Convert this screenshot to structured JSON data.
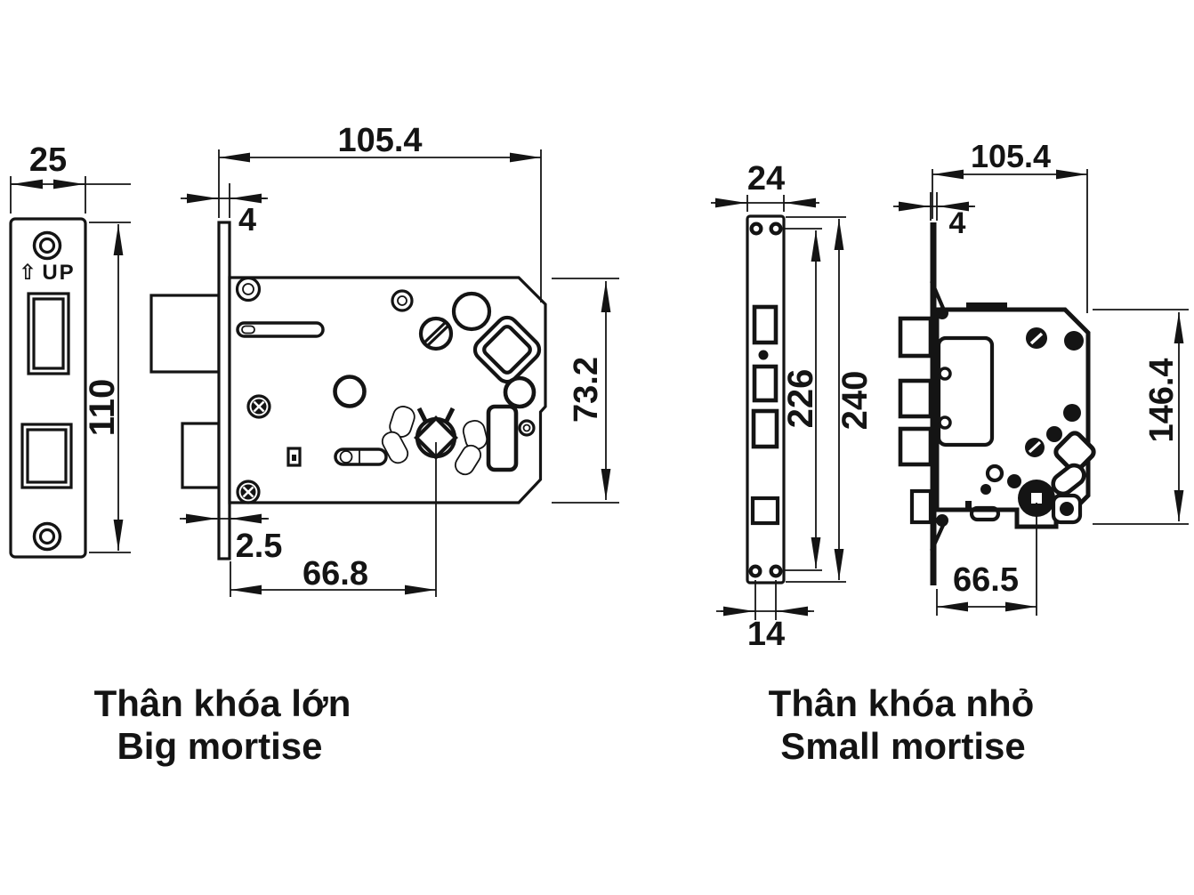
{
  "colors": {
    "ink": "#141414",
    "background": "#ffffff"
  },
  "big_mortise": {
    "caption_vi": "Thân khóa lớn",
    "caption_en": "Big mortise",
    "strike_plate": {
      "up_arrow_icon": "⇧",
      "up_label": "UP",
      "width": "25",
      "height": "110"
    },
    "dimensions": {
      "body_width": "105.4",
      "faceplate_thickness": "4",
      "body_height": "73.2",
      "faceplate_lip": "2.5",
      "backset": "66.8"
    }
  },
  "small_mortise": {
    "caption_vi": "Thân khóa nhỏ",
    "caption_en": "Small mortise",
    "faceplate": {
      "width": "24",
      "screw_hole_spacing": "14",
      "screw_span": "226",
      "height": "240"
    },
    "dimensions": {
      "body_width": "105.4",
      "faceplate_thickness": "4",
      "body_height": "146.4",
      "backset": "66.5"
    }
  }
}
